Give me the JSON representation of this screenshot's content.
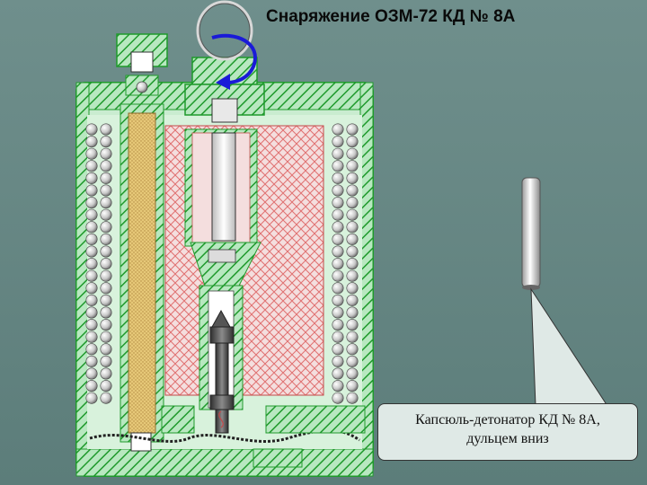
{
  "slide": {
    "title": "Снаряжение ОЗМ-72 КД № 8А"
  },
  "callout": {
    "line1": "Капсюль-детонатор КД № 8А,",
    "line2": "дульцем вниз"
  },
  "colors": {
    "background": "#6b8c89",
    "housing_green": "#1f9a2c",
    "cross_hatch_red": "#e07070",
    "explosive_yellow": "#e6c878",
    "fuse_grey": "#555555",
    "arrow_blue": "#1a1ad8",
    "callout_fill": "#dfe9e6"
  },
  "icons": {
    "rotation_arrow": "curved-arrow-icon",
    "ring": "pull-ring-icon"
  }
}
